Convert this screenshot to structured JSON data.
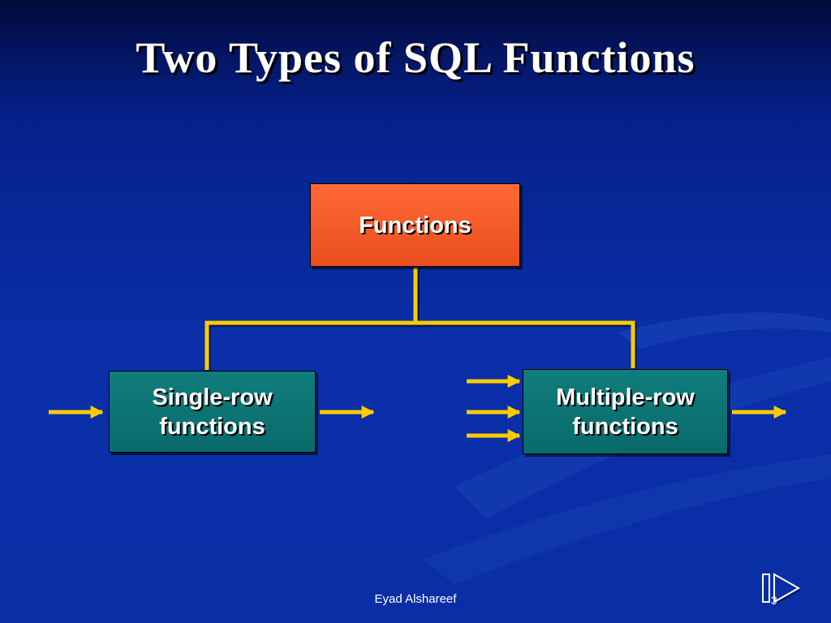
{
  "title": "Two Types of SQL Functions",
  "diagram": {
    "root": {
      "label": "Functions"
    },
    "left": {
      "line1": "Single-row",
      "line2": "functions"
    },
    "right": {
      "line1": "Multiple-row",
      "line2": "functions"
    }
  },
  "footer": {
    "author": "Eyad Alshareef",
    "slide_number": "3"
  },
  "icons": {
    "nav": "play-forward-icon"
  },
  "colors": {
    "background": "#0a2fa8",
    "root_box": "#f05a28",
    "child_box": "#0b6f6e",
    "connector": "#ffcc00"
  }
}
